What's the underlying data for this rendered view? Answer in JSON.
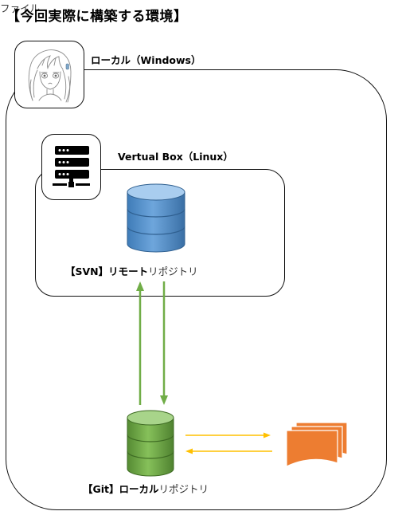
{
  "title": "【今回実際に構築する環境】",
  "windows": {
    "label": "ローカル（Windows）"
  },
  "virtualbox": {
    "label": "Vertual Box（Linux）"
  },
  "svn_repo": {
    "bracket": "【SVN】",
    "name_bold": "リモート",
    "name_light": "リポジトリ"
  },
  "git_repo": {
    "bracket": "【Git】",
    "name_bold": "ローカル",
    "name_light": "リポジトリ"
  },
  "file": {
    "label": "ファイル"
  },
  "colors": {
    "svn_db": "#5b9bd5",
    "git_db": "#70ad47",
    "svn_git_arrow": "#70ad47",
    "git_file_arrow": "#ffc000",
    "file_doc": "#ed7d31",
    "server_icon": "#000000",
    "outline": "#111111"
  },
  "icons": {
    "user": "anime-girl-avatar-icon",
    "server": "server-rack-icon",
    "svn_db": "database-cylinder-icon",
    "git_db": "database-cylinder-icon",
    "file": "document-stack-icon"
  }
}
